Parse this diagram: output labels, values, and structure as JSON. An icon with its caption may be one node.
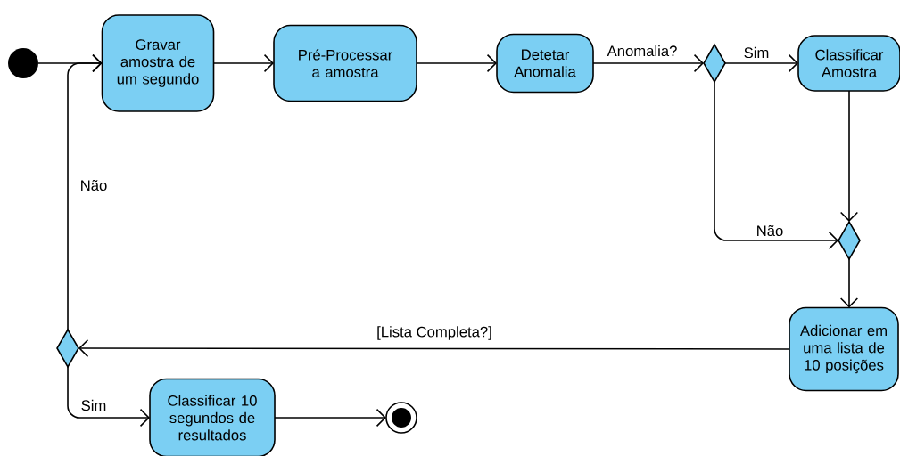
{
  "diagram": {
    "nodes": [
      {
        "text": [],
        "shape": "circle"
      },
      {
        "text": [
          "Gravar amostra de um segundo"
        ]
      },
      {
        "text": [
          "Pré-Processar a amostra"
        ]
      },
      {
        "text": [
          "Detetar Anomalia"
        ]
      },
      {
        "text": [],
        "shape": "diamond"
      },
      {
        "text": [
          "Classificar Amostra"
        ]
      },
      {
        "text": [],
        "shape": "diamond"
      },
      {
        "text": [
          "Adicionar em uma lista de 10 posições"
        ]
      },
      {
        "text": [],
        "shape": "diamond"
      },
      {
        "text": [
          "Classificar 10 segundos de resultados"
        ]
      },
      {
        "text": [],
        "shape": "circle"
      }
    ],
    "edges": [
      {
        "from": 0,
        "to": 1,
        "arrow": "to"
      },
      {
        "from": 1,
        "to": 2,
        "arrow": "to"
      },
      {
        "from": 2,
        "to": 3,
        "arrow": "to"
      },
      {
        "from": 3,
        "to": 4,
        "arrow": "to",
        "label": "Anomalia?"
      },
      {
        "from": 4,
        "to": 5,
        "arrow": "to",
        "label": "Sim"
      },
      {
        "from": 5,
        "to": 6,
        "arrow": "to"
      },
      {
        "from": 4,
        "to": 6,
        "arrow": "to",
        "label": "Não"
      },
      {
        "from": 6,
        "to": 7,
        "arrow": "to"
      },
      {
        "from": 7,
        "to": 8,
        "arrow": "to",
        "label": "[Lista Completa?]"
      },
      {
        "from": 8,
        "to": 1,
        "arrow": "to",
        "label": "Não"
      },
      {
        "from": 8,
        "to": 9,
        "arrow": "to",
        "label": "Sim"
      },
      {
        "from": 9,
        "to": 10,
        "arrow": "to"
      }
    ]
  }
}
